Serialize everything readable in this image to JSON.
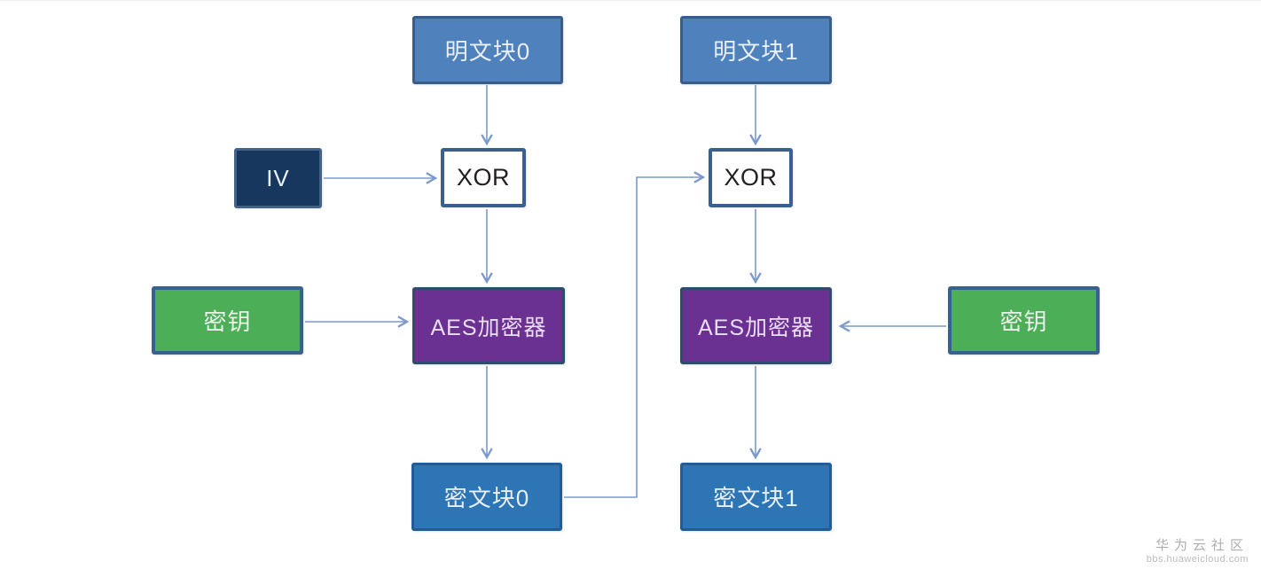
{
  "diagram": {
    "type": "flowchart",
    "topic": "AES CBC mode encryption of two plaintext blocks"
  },
  "nodes": {
    "plaintext0": {
      "label": "明文块0"
    },
    "plaintext1": {
      "label": "明文块1"
    },
    "iv": {
      "label": "IV"
    },
    "xor0": {
      "label": "XOR"
    },
    "xor1": {
      "label": "XOR"
    },
    "key0": {
      "label": "密钥"
    },
    "key1": {
      "label": "密钥"
    },
    "aes0": {
      "label": "AES加密器"
    },
    "aes1": {
      "label": "AES加密器"
    },
    "ciphertext0": {
      "label": "密文块0"
    },
    "ciphertext1": {
      "label": "密文块1"
    }
  },
  "edges": [
    {
      "from": "plaintext0",
      "to": "xor0"
    },
    {
      "from": "iv",
      "to": "xor0"
    },
    {
      "from": "xor0",
      "to": "aes0"
    },
    {
      "from": "key0",
      "to": "aes0"
    },
    {
      "from": "aes0",
      "to": "ciphertext0"
    },
    {
      "from": "ciphertext0",
      "to": "xor1"
    },
    {
      "from": "plaintext1",
      "to": "xor1"
    },
    {
      "from": "xor1",
      "to": "aes1"
    },
    {
      "from": "key1",
      "to": "aes1"
    },
    {
      "from": "aes1",
      "to": "ciphertext1"
    }
  ],
  "colors": {
    "plaintext_fill": "#4f81bd",
    "plaintext_border": "#385d8a",
    "iv_fill": "#17375e",
    "iv_border": "#44618a",
    "xor_fill": "#ffffff",
    "xor_border": "#3b5f8f",
    "key_fill": "#4cae56",
    "key_border": "#38618c",
    "aes_fill": "#6a3192",
    "aes_border": "#2e4d6e",
    "ciphertext_fill": "#2e75b6",
    "ciphertext_border": "#1f5c99",
    "arrow": "#7b99ca"
  },
  "watermark": {
    "line1": "华为云社区",
    "line2": "bbs.huaweicloud.com"
  }
}
